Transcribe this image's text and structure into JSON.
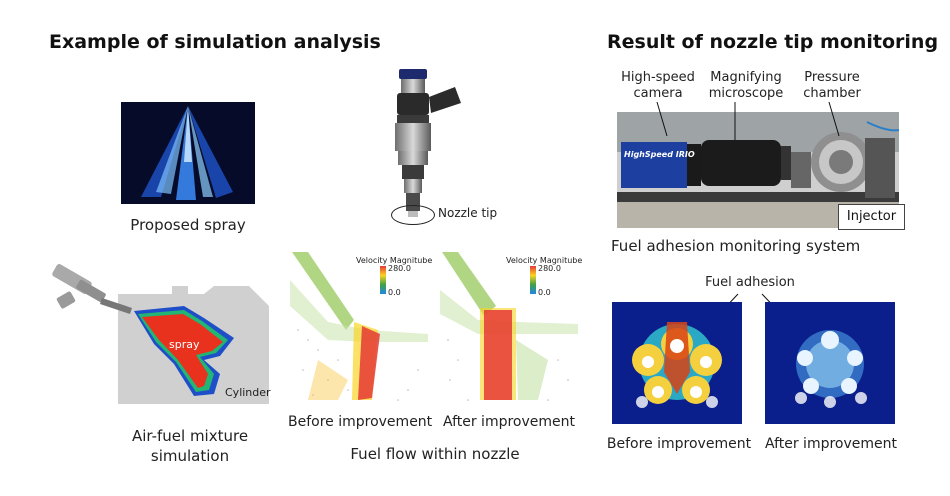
{
  "left_title": "Example of simulation analysis",
  "right_title": "Result of nozzle tip monitoring",
  "captions": {
    "proposed_spray": "Proposed spray",
    "nozzle_tip": "Nozzle tip",
    "mixture_line1": "Air-fuel mixture",
    "mixture_line2": "simulation",
    "spray_label": "spray",
    "cylinder_label": "Cylinder",
    "before_improvement": "Before improvement",
    "after_improvement": "After improvement",
    "fuel_flow": "Fuel flow within nozzle",
    "velocity_title": "Velocity Magnitube",
    "velocity_max": "280.0",
    "velocity_min": "0.0"
  },
  "monitoring": {
    "camera_line1": "High-speed",
    "camera_line2": "camera",
    "microscope_line1": "Magnifying",
    "microscope_line2": "microscope",
    "chamber_line1": "Pressure",
    "chamber_line2": "chamber",
    "camera_brand": "HighSpeed IRIO",
    "injector": "Injector",
    "system_caption": "Fuel adhesion monitoring system",
    "fuel_adhesion": "Fuel adhesion",
    "before_improvement": "Before improvement",
    "after_improvement": "After improvement"
  }
}
